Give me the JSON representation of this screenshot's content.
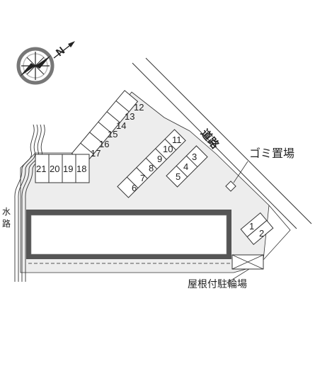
{
  "labels": {
    "road": "道路",
    "garbage": "ゴミ置場",
    "water": "水路",
    "bike": "屋根付駐輪場"
  },
  "compass": {
    "letter": "N"
  },
  "parking": {
    "block_12_17": [
      "12",
      "13",
      "14",
      "15",
      "16",
      "17"
    ],
    "block_18_21": [
      "21",
      "20",
      "19",
      "18"
    ],
    "block_6_11": [
      "6",
      "7",
      "8",
      "9",
      "10",
      "11"
    ],
    "block_3_5": [
      "3",
      "4",
      "5"
    ],
    "block_1_2": [
      "1",
      "2"
    ]
  },
  "colors": {
    "lot": "#ededed",
    "line": "#333333",
    "building": "#555555"
  }
}
